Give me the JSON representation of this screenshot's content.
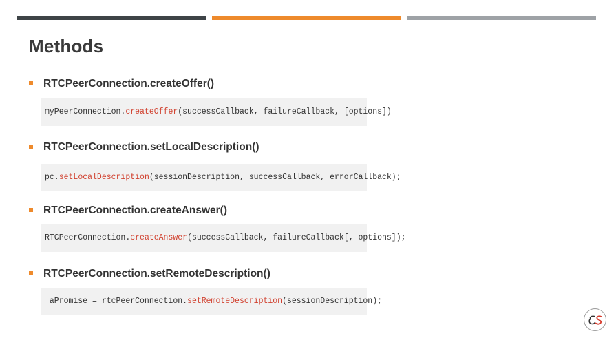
{
  "colors": {
    "bar_left": "#3e4447",
    "bar_middle": "#ee8a2c",
    "bar_right": "#9ea2a6",
    "bullet": "#ee8a2c",
    "code_method": "#d1412f",
    "logo_e": "#333333",
    "logo_s": "#d63a2b"
  },
  "slide": {
    "title": "Methods"
  },
  "items": [
    {
      "heading": "RTCPeerConnection.createOffer()",
      "code_prefix": "myPeerConnection.",
      "code_method": "createOffer",
      "code_suffix": "(successCallback, failureCallback, [options])"
    },
    {
      "heading": "RTCPeerConnection.setLocalDescription()",
      "code_prefix": "pc.",
      "code_method": "setLocalDescription",
      "code_suffix": "(sessionDescription, successCallback, errorCallback);"
    },
    {
      "heading": "RTCPeerConnection.createAnswer()",
      "code_prefix": "RTCPeerConnection.",
      "code_method": "createAnswer",
      "code_suffix": "(successCallback, failureCallback[, options]);"
    },
    {
      "heading": "RTCPeerConnection.setRemoteDescription()",
      "code_prefix": " aPromise = rtcPeerConnection.",
      "code_method": "setRemoteDescription",
      "code_suffix": "(sessionDescription);"
    }
  ],
  "logo": {
    "icon": "es-logo-icon",
    "text": "ES"
  }
}
